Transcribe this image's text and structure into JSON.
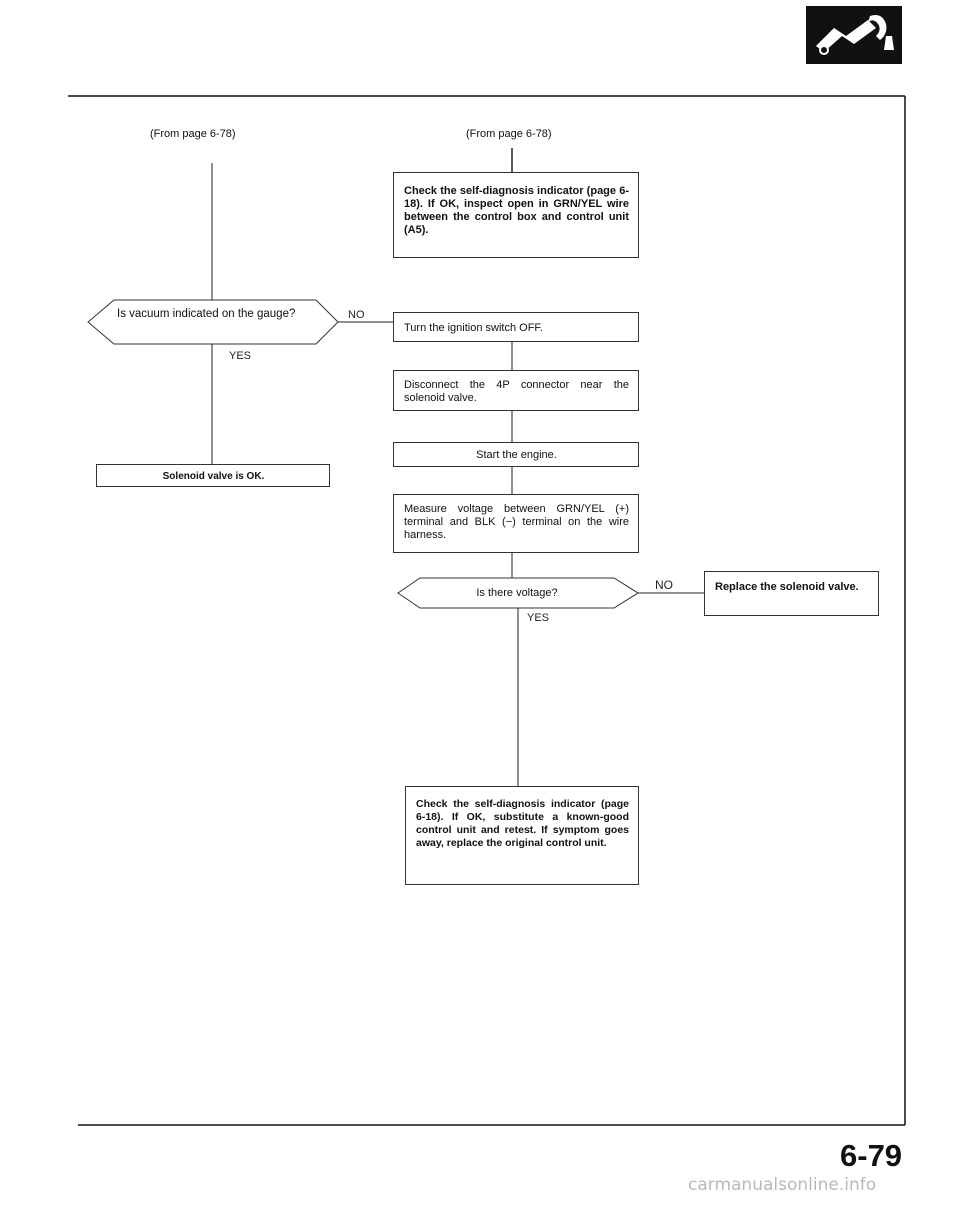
{
  "refs": {
    "left": "(From page 6-78)",
    "right": "(From page 6-78)"
  },
  "boxes": {
    "check_indicator": "Check the self-diagnosis indicator (page 6-18). If OK, inspect open in GRN/YEL wire between the control box and control unit (A5).",
    "turn_off": "Turn the ignition switch OFF.",
    "disconnect": "Disconnect the 4P connector near the solenoid valve.",
    "start_engine": "Start the engine.",
    "solenoid_ok": "Solenoid valve is OK.",
    "measure": "Measure voltage between GRN/YEL (+) terminal and BLK (−) terminal on the wire harness.",
    "replace": "Replace the solenoid valve.",
    "check_final": "Check the self-diagnosis indicator (page 6-18). If OK, substitute a known-good control unit and retest. If symptom goes away, replace the original control unit."
  },
  "decisions": {
    "vacuum": "Is vacuum indicated on the gauge?",
    "voltage": "Is there voltage?"
  },
  "labels": {
    "no1": "NO",
    "yes1": "YES",
    "no2": "NO",
    "yes2": "YES"
  },
  "page_number": "6-79",
  "watermark": "carmanualsonline.info",
  "icons": {
    "header": "vacuum-hose-icon"
  }
}
